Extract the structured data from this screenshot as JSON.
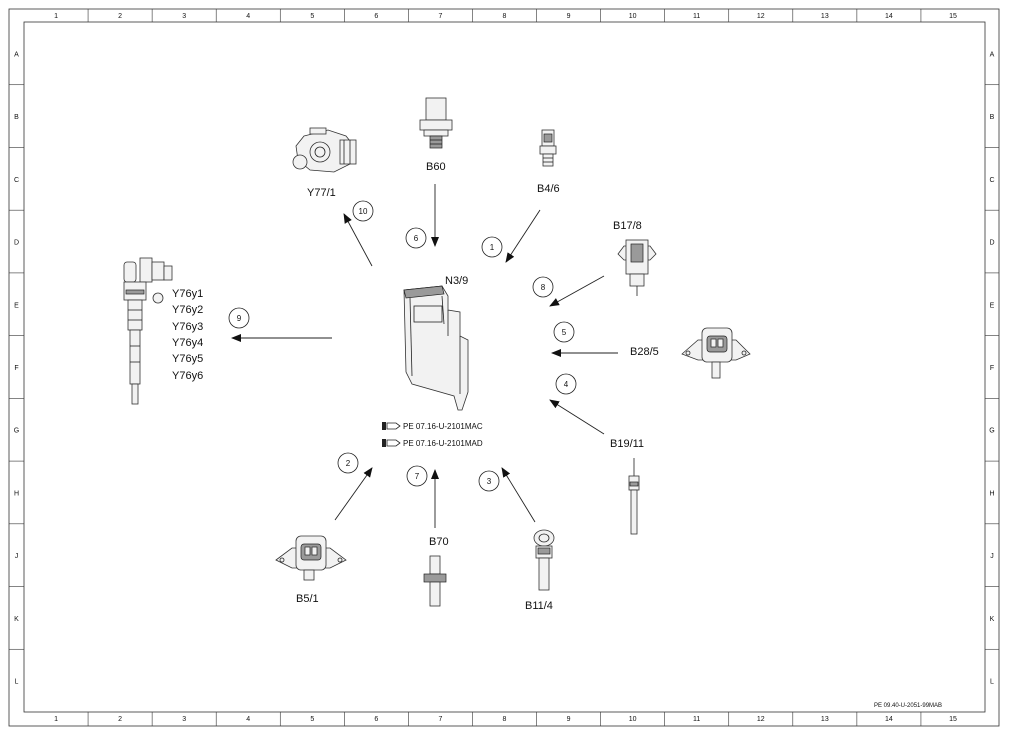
{
  "frame": {
    "columns": [
      "1",
      "2",
      "3",
      "4",
      "5",
      "6",
      "7",
      "8",
      "9",
      "10",
      "11",
      "12",
      "13",
      "14",
      "15"
    ],
    "rows": [
      "A",
      "B",
      "C",
      "D",
      "E",
      "F",
      "G",
      "H",
      "J",
      "K",
      "L"
    ]
  },
  "control_unit": {
    "label": "N3/9"
  },
  "components": {
    "y77_1": "Y77/1",
    "b60": "B60",
    "b4_6": "B4/6",
    "b17_8": "B17/8",
    "b28_5": "B28/5",
    "b19_11": "B19/11",
    "b11_4": "B11/4",
    "b70": "B70",
    "b5_1": "B5/1",
    "injectors": [
      "Y76y1",
      "Y76y2",
      "Y76y3",
      "Y76y4",
      "Y76y5",
      "Y76y6"
    ]
  },
  "callouts": [
    "1",
    "2",
    "3",
    "4",
    "5",
    "6",
    "7",
    "8",
    "9",
    "10"
  ],
  "references": [
    "PE 07.16-U-2101MAC",
    "PE 07.16-U-2101MAD"
  ],
  "document_id": "PE 09.40-U-2051-99MAB",
  "colors": {
    "ink": "#222222",
    "paper": "#ffffff"
  }
}
